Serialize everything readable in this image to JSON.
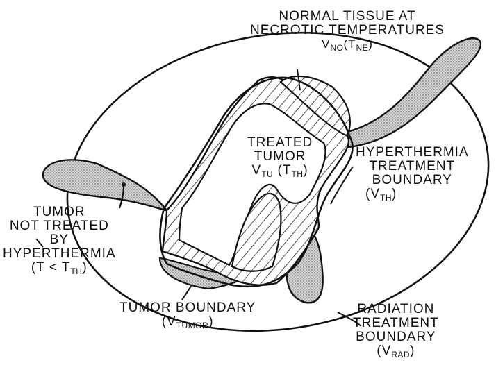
{
  "colors": {
    "ink": "#111111",
    "stipple": "#9a9a9a",
    "hatch": "#222222",
    "background": "#ffffff"
  },
  "labels": {
    "normal_tissue": {
      "line1": "NORMAL TISSUE AT",
      "line2": "NECROTIC TEMPERATURES",
      "vol_main": "V",
      "vol_sub": "NO",
      "temp_open": "(T",
      "temp_sub": "NE",
      "temp_close": ")"
    },
    "treated_tumor": {
      "line1": "TREATED",
      "line2": "TUMOR",
      "vol_main": "V",
      "vol_sub": "TU",
      "temp_open": " (T",
      "temp_sub": "TH",
      "temp_close": ")"
    },
    "hyperthermia_boundary": {
      "line1": "HYPERTHERMIA",
      "line2": "TREATMENT",
      "line3": "BOUNDARY",
      "vol_open": "(V",
      "vol_sub": "TH",
      "vol_close": ")"
    },
    "not_treated": {
      "line1": "TUMOR",
      "line2": "NOT TREATED",
      "line3": "BY",
      "line4": "HYPERTHERMIA",
      "temp_open": "(T < T",
      "temp_sub": "TH",
      "temp_close": ")"
    },
    "tumor_boundary": {
      "line1": "TUMOR BOUNDARY",
      "vol_open": "(V",
      "vol_sub": "TUMOR",
      "vol_close": ")"
    },
    "radiation_boundary": {
      "line1": "RADIATION",
      "line2": "TREATMENT",
      "line3": "BOUNDARY",
      "vol_open": "(V",
      "vol_sub": "RAD",
      "vol_close": ")"
    }
  }
}
